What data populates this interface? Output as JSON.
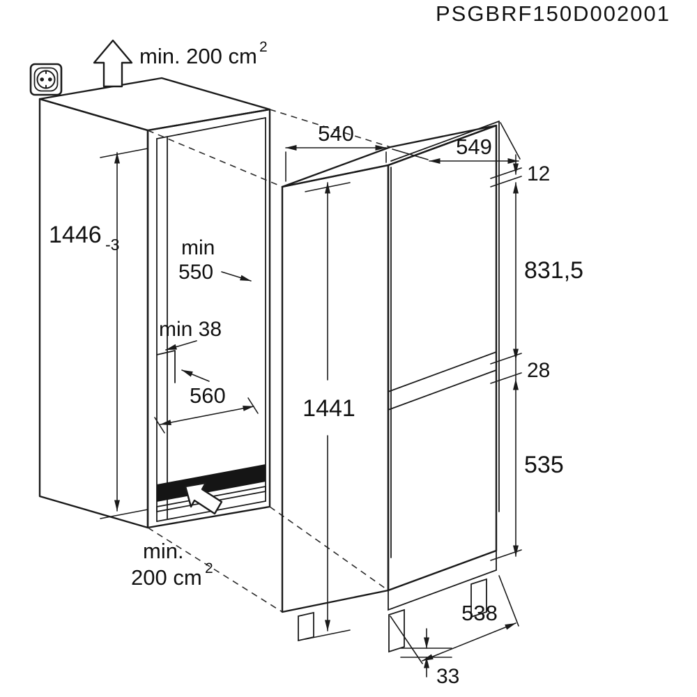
{
  "header": {
    "part_number": "PSGBRF150D002001"
  },
  "colors": {
    "line": "#1a1a1a",
    "background": "#ffffff"
  },
  "niche": {
    "vent_top": {
      "text": "min. 200 cm",
      "sup": "2"
    },
    "vent_bottom": {
      "line1": "min.",
      "line2": "200 cm",
      "sup": "2"
    },
    "height": "1446",
    "height_tolerance": "-3",
    "depth_min_label": "min",
    "depth_min_value": "550",
    "wall_thickness_min": "min 38",
    "width": "560"
  },
  "appliance": {
    "width": "540",
    "depth": "549",
    "height": "1441",
    "top_gap": "12",
    "upper_door_height": "831,5",
    "hinge_gap": "28",
    "lower_door_height": "535",
    "bottom_depth": "538",
    "plinth_height": "33"
  }
}
